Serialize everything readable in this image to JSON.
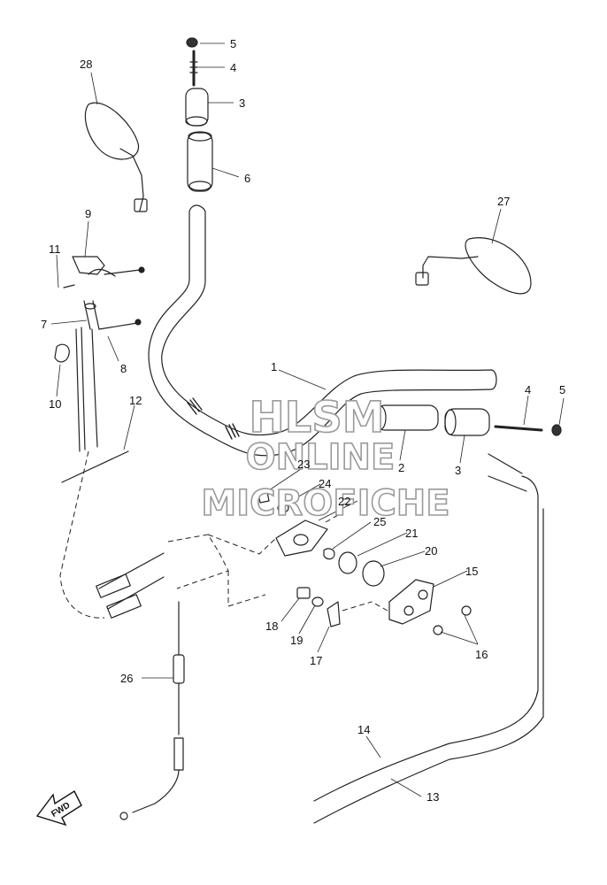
{
  "diagram": {
    "callouts": [
      {
        "id": "c1",
        "label": "1"
      },
      {
        "id": "c2",
        "label": "2"
      },
      {
        "id": "c3a",
        "label": "3"
      },
      {
        "id": "c3b",
        "label": "3"
      },
      {
        "id": "c4a",
        "label": "4"
      },
      {
        "id": "c4b",
        "label": "4"
      },
      {
        "id": "c5a",
        "label": "5"
      },
      {
        "id": "c5b",
        "label": "5"
      },
      {
        "id": "c6",
        "label": "6"
      },
      {
        "id": "c7",
        "label": "7"
      },
      {
        "id": "c8",
        "label": "8"
      },
      {
        "id": "c9",
        "label": "9"
      },
      {
        "id": "c10",
        "label": "10"
      },
      {
        "id": "c11",
        "label": "11"
      },
      {
        "id": "c12",
        "label": "12"
      },
      {
        "id": "c13",
        "label": "13"
      },
      {
        "id": "c14",
        "label": "14"
      },
      {
        "id": "c15",
        "label": "15"
      },
      {
        "id": "c16",
        "label": "16"
      },
      {
        "id": "c17",
        "label": "17"
      },
      {
        "id": "c18",
        "label": "18"
      },
      {
        "id": "c19",
        "label": "19"
      },
      {
        "id": "c20",
        "label": "20"
      },
      {
        "id": "c21",
        "label": "21"
      },
      {
        "id": "c22",
        "label": "22"
      },
      {
        "id": "c23",
        "label": "23"
      },
      {
        "id": "c24",
        "label": "24"
      },
      {
        "id": "c25",
        "label": "25"
      },
      {
        "id": "c26",
        "label": "26"
      },
      {
        "id": "c27",
        "label": "27"
      },
      {
        "id": "c28",
        "label": "28"
      }
    ],
    "watermark": {
      "line1": "HLSM",
      "line2": "ONLINE",
      "line3": "MICROFICHE"
    },
    "direction_badge": "FWD"
  }
}
